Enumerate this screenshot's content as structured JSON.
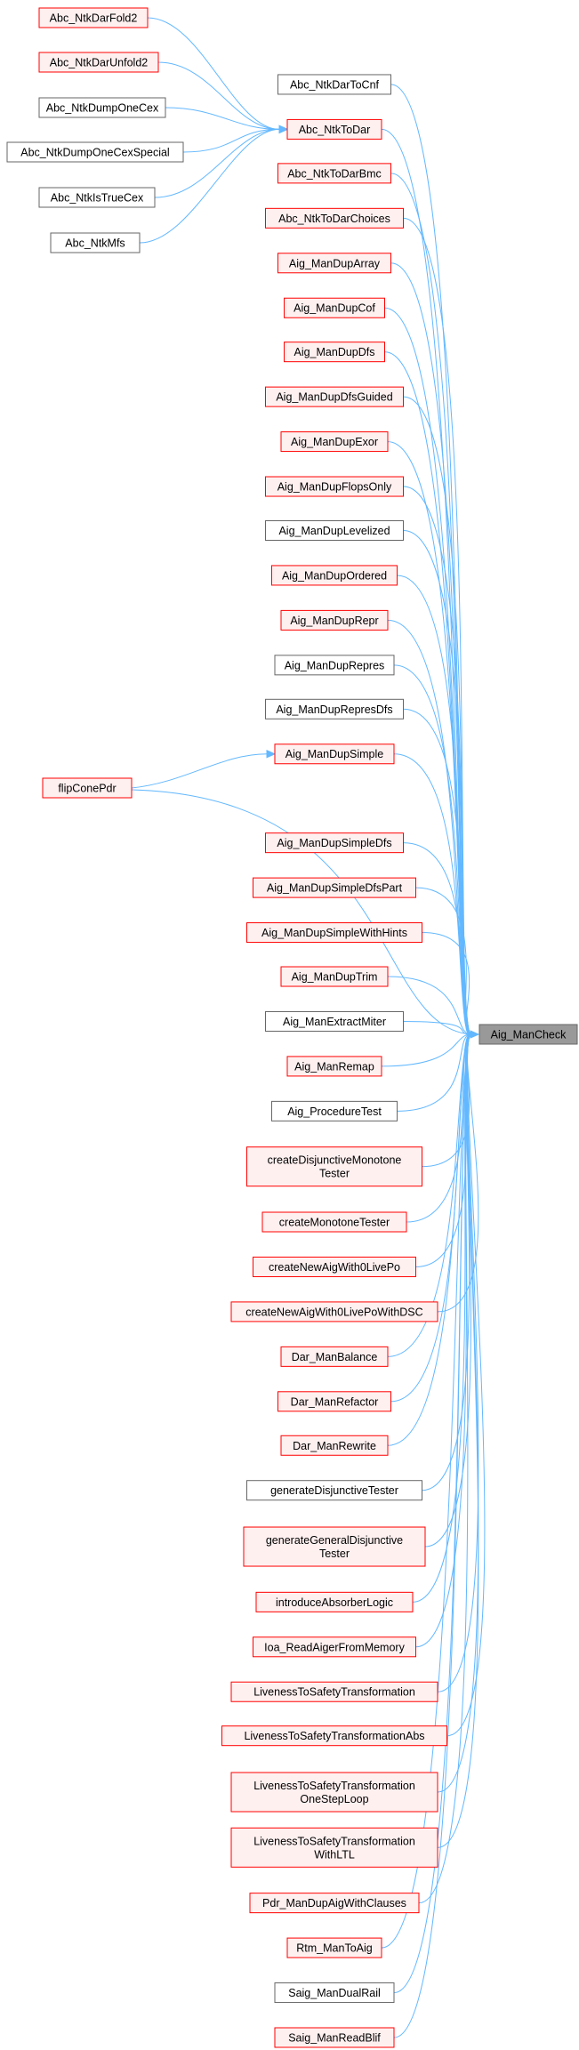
{
  "graph": {
    "target": "Aig_ManCheck",
    "intermediate": "Abc_NtkToDar",
    "callers_of_intermediate": [
      {
        "label": "Abc_NtkDarFold2",
        "style": "red"
      },
      {
        "label": "Abc_NtkDarUnfold2",
        "style": "red"
      },
      {
        "label": "Abc_NtkDumpOneCex",
        "style": "black"
      },
      {
        "label": "Abc_NtkDumpOneCexSpecial",
        "style": "black"
      },
      {
        "label": "Abc_NtkIsTrueCex",
        "style": "black"
      },
      {
        "label": "Abc_NtkMfs",
        "style": "black"
      }
    ],
    "direct_callers": [
      {
        "label": "Abc_NtkDarToCnf",
        "style": "black"
      },
      {
        "label": "Abc_NtkToDar",
        "style": "red"
      },
      {
        "label": "Abc_NtkToDarBmc",
        "style": "red"
      },
      {
        "label": "Abc_NtkToDarChoices",
        "style": "red"
      },
      {
        "label": "Aig_ManDupArray",
        "style": "red"
      },
      {
        "label": "Aig_ManDupCof",
        "style": "red"
      },
      {
        "label": "Aig_ManDupDfs",
        "style": "red"
      },
      {
        "label": "Aig_ManDupDfsGuided",
        "style": "red"
      },
      {
        "label": "Aig_ManDupExor",
        "style": "red"
      },
      {
        "label": "Aig_ManDupFlopsOnly",
        "style": "red"
      },
      {
        "label": "Aig_ManDupLevelized",
        "style": "black"
      },
      {
        "label": "Aig_ManDupOrdered",
        "style": "red"
      },
      {
        "label": "Aig_ManDupRepr",
        "style": "red"
      },
      {
        "label": "Aig_ManDupRepres",
        "style": "black"
      },
      {
        "label": "Aig_ManDupRepresDfs",
        "style": "black"
      },
      {
        "label": "Aig_ManDupSimple",
        "style": "red"
      },
      {
        "label": "Aig_ManDupSimpleDfs",
        "style": "red"
      },
      {
        "label": "Aig_ManDupSimpleDfsPart",
        "style": "red"
      },
      {
        "label": "Aig_ManDupSimpleWithHints",
        "style": "red"
      },
      {
        "label": "Aig_ManDupTrim",
        "style": "red"
      },
      {
        "label": "Aig_ManExtractMiter",
        "style": "black"
      },
      {
        "label": "Aig_ManRemap",
        "style": "red"
      },
      {
        "label": "Aig_ProcedureTest",
        "style": "black"
      },
      {
        "label": "createDisjunctiveMonotone\nTester",
        "style": "red"
      },
      {
        "label": "createMonotoneTester",
        "style": "red"
      },
      {
        "label": "createNewAigWith0LivePo",
        "style": "red"
      },
      {
        "label": "createNewAigWith0LivePoWithDSC",
        "style": "red"
      },
      {
        "label": "Dar_ManBalance",
        "style": "red"
      },
      {
        "label": "Dar_ManRefactor",
        "style": "red"
      },
      {
        "label": "Dar_ManRewrite",
        "style": "red"
      },
      {
        "label": "generateDisjunctiveTester",
        "style": "black"
      },
      {
        "label": "generateGeneralDisjunctive\nTester",
        "style": "red"
      },
      {
        "label": "introduceAbsorberLogic",
        "style": "red"
      },
      {
        "label": "Ioa_ReadAigerFromMemory",
        "style": "red"
      },
      {
        "label": "LivenessToSafetyTransformation",
        "style": "red"
      },
      {
        "label": "LivenessToSafetyTransformationAbs",
        "style": "red"
      },
      {
        "label": "LivenessToSafetyTransformation\nOneStepLoop",
        "style": "red"
      },
      {
        "label": "LivenessToSafetyTransformation\nWithLTL",
        "style": "red"
      },
      {
        "label": "Pdr_ManDupAigWithClauses",
        "style": "red"
      },
      {
        "label": "Rtm_ManToAig",
        "style": "red"
      },
      {
        "label": "Saig_ManDualRail",
        "style": "black"
      },
      {
        "label": "Saig_ManReadBlif",
        "style": "red"
      }
    ],
    "flip_caller": {
      "label": "flipConePdr",
      "style": "red",
      "calls": [
        "Aig_ManDupSimple",
        "Aig_ManCheck"
      ]
    }
  }
}
